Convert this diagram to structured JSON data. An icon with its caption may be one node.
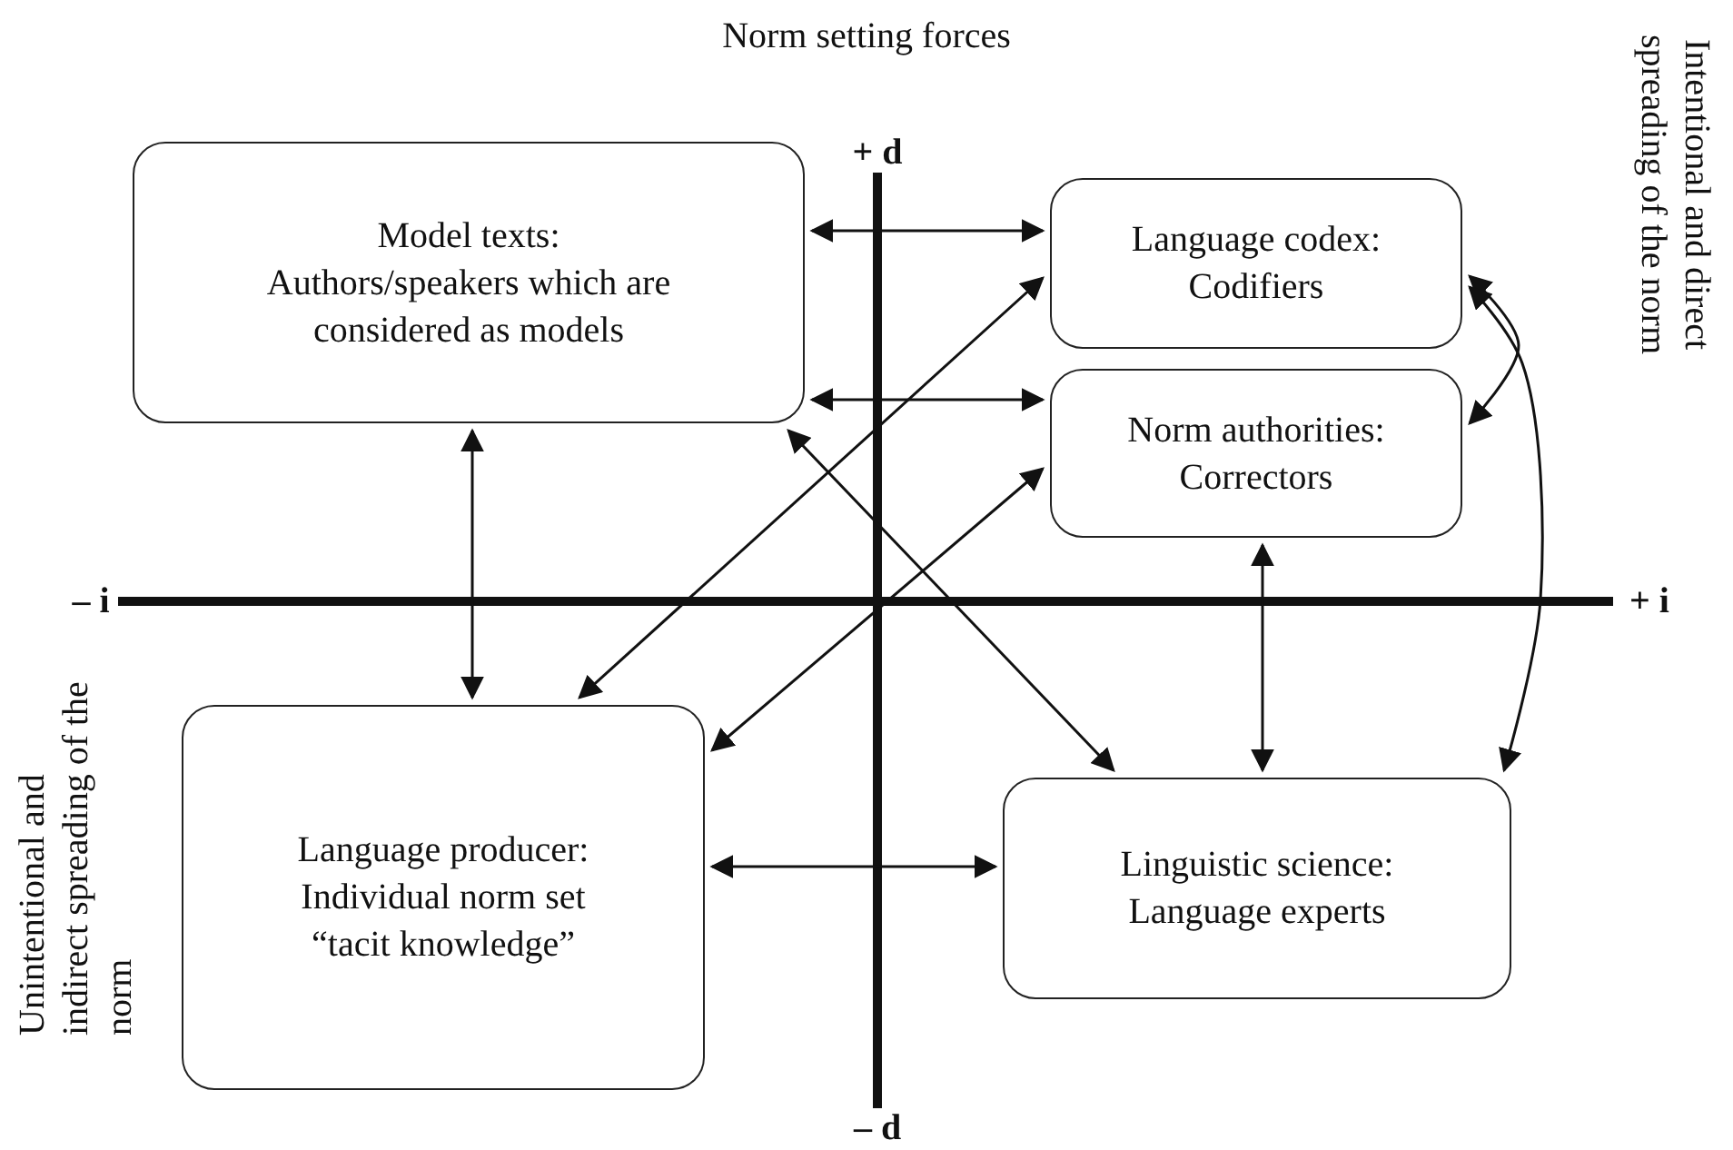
{
  "diagram": {
    "title": "Norm setting forces",
    "nodes": [
      {
        "text": [
          "Model texts:",
          "Authors/speakers which are considered as models"
        ]
      },
      {
        "text": [
          "Language codex:",
          "Codifiers"
        ]
      },
      {
        "text": [
          "Norm authorities:",
          "Correctors"
        ]
      },
      {
        "text": [
          "Language producer:",
          "Individual norm set",
          "“tacit knowledge”"
        ]
      },
      {
        "text": [
          "Linguistic science:",
          "Language experts"
        ]
      }
    ],
    "edges": [
      {
        "from": 0,
        "to": 1,
        "arrow": "both"
      },
      {
        "from": 0,
        "to": 2,
        "arrow": "both"
      },
      {
        "from": 0,
        "to": 3,
        "arrow": "both"
      },
      {
        "from": 3,
        "to": 1,
        "arrow": "both"
      },
      {
        "from": 3,
        "to": 2,
        "arrow": "both"
      },
      {
        "from": 0,
        "to": 4,
        "arrow": "both"
      },
      {
        "from": 2,
        "to": 4,
        "arrow": "both"
      },
      {
        "from": 3,
        "to": 4,
        "arrow": "both"
      },
      {
        "from": 1,
        "to": 2,
        "arrow": "both"
      },
      {
        "from": 1,
        "to": 4,
        "arrow": "both"
      }
    ],
    "labels": [
      "Intentional and direct spreading of the norm",
      "+ d",
      "– i",
      "+ i",
      "Unintentional and indirect spreading of the norm",
      "– d"
    ]
  }
}
